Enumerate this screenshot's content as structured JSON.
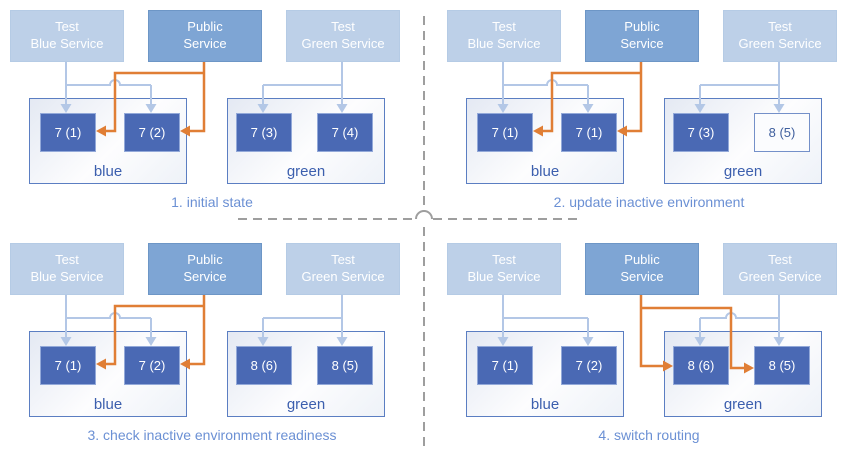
{
  "title": "blue-green deployment routing steps",
  "colors": {
    "service_light_fill": "#bdd0e8",
    "service_dark_fill": "#7ea5d4",
    "version_fill": "#4a69b4",
    "version_outline_border": "#7490c9",
    "environment_border": "#5b7ec2",
    "connector_test": "#b3c7e6",
    "connector_public": "#e07e35",
    "caption_text": "#6b90d4",
    "divider_gray": "#9e9e9e"
  },
  "quadrants": [
    {
      "caption": "1. initial state",
      "public_routes_to": "blue",
      "services": {
        "test_blue": "Test\nBlue Service",
        "public": "Public\nService",
        "test_green": "Test\nGreen Service"
      },
      "environments": {
        "blue": {
          "label": "blue",
          "versions": [
            {
              "label": "7 (1)",
              "filled": true
            },
            {
              "label": "7 (2)",
              "filled": true
            }
          ]
        },
        "green": {
          "label": "green",
          "versions": [
            {
              "label": "7 (3)",
              "filled": true
            },
            {
              "label": "7 (4)",
              "filled": true
            }
          ]
        }
      }
    },
    {
      "caption": "2. update inactive environment",
      "public_routes_to": "blue",
      "services": {
        "test_blue": "Test\nBlue Service",
        "public": "Public\nService",
        "test_green": "Test\nGreen Service"
      },
      "environments": {
        "blue": {
          "label": "blue",
          "versions": [
            {
              "label": "7 (1)",
              "filled": true
            },
            {
              "label": "7 (1)",
              "filled": true
            }
          ]
        },
        "green": {
          "label": "green",
          "versions": [
            {
              "label": "7 (3)",
              "filled": true
            },
            {
              "label": "8 (5)",
              "filled": false
            }
          ]
        }
      }
    },
    {
      "caption": "3. check inactive environment readiness",
      "public_routes_to": "blue",
      "services": {
        "test_blue": "Test\nBlue Service",
        "public": "Public\nService",
        "test_green": "Test\nGreen Service"
      },
      "environments": {
        "blue": {
          "label": "blue",
          "versions": [
            {
              "label": "7 (1)",
              "filled": true
            },
            {
              "label": "7 (2)",
              "filled": true
            }
          ]
        },
        "green": {
          "label": "green",
          "versions": [
            {
              "label": "8 (6)",
              "filled": true
            },
            {
              "label": "8 (5)",
              "filled": true
            }
          ]
        }
      }
    },
    {
      "caption": "4. switch routing",
      "public_routes_to": "green",
      "services": {
        "test_blue": "Test\nBlue Service",
        "public": "Public\nService",
        "test_green": "Test\nGreen Service"
      },
      "environments": {
        "blue": {
          "label": "blue",
          "versions": [
            {
              "label": "7 (1)",
              "filled": true
            },
            {
              "label": "7 (2)",
              "filled": true
            }
          ]
        },
        "green": {
          "label": "green",
          "versions": [
            {
              "label": "8 (6)",
              "filled": true
            },
            {
              "label": "8 (5)",
              "filled": true
            }
          ]
        }
      }
    }
  ]
}
